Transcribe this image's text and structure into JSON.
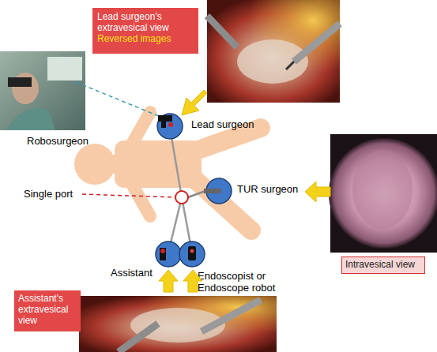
{
  "diagram": {
    "nodes": [
      {
        "text": [
          "Lead surgeon's extravesical view",
          "Reversed images"
        ]
      },
      {
        "text": [
          "Lead surgeon"
        ]
      },
      {
        "text": [
          "TUR surgeon"
        ]
      },
      {
        "text": [
          "Assistant"
        ]
      },
      {
        "text": [
          "Endoscopist or Endoscope robot"
        ]
      },
      {
        "text": [
          "Intravesical view"
        ]
      },
      {
        "text": [
          "Assistant's extravesical view"
        ]
      }
    ],
    "labels": [
      "Robosurgeon",
      "Single port"
    ]
  }
}
